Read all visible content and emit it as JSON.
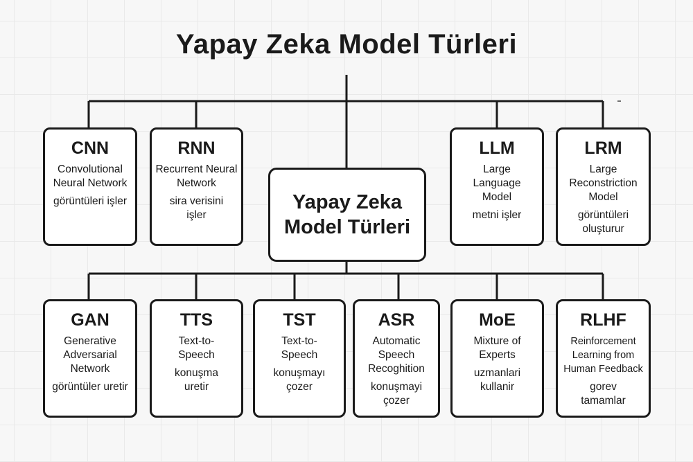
{
  "title": "Yapay Zeka Model Türleri",
  "center_node": {
    "line1": "Yapay Zeka",
    "line2": "Model Türleri"
  },
  "top_nodes": [
    {
      "abbr": "CNN",
      "full": "Convolutional Neural Network",
      "desc": "görüntüleri işler"
    },
    {
      "abbr": "RNN",
      "full": "Recurrent Neural Network",
      "desc": "sira verisini işler"
    },
    {
      "abbr": "LLM",
      "full": "Large Language Model",
      "desc": "metni işler"
    },
    {
      "abbr": "LRM",
      "full": "Large Reconstriction Model",
      "desc": "görüntüleri oluşturur"
    }
  ],
  "bottom_nodes": [
    {
      "abbr": "GAN",
      "full": "Generative Adversarial Network",
      "desc": "görüntüler uretir"
    },
    {
      "abbr": "TTS",
      "full": "Text-to-Speech",
      "desc": "konuşma uretir"
    },
    {
      "abbr": "TST",
      "full": "Text-to-Speech",
      "desc": "konuşmayı çozer"
    },
    {
      "abbr": "ASR",
      "full": "Automatic Speech Recoghition",
      "desc": "konuşmayi çozer"
    },
    {
      "abbr": "MoE",
      "full": "Mixture of Experts",
      "desc": "uzmanlari kullanir"
    },
    {
      "abbr": "RLHF",
      "full": "Reinforcement Learning from Human Feedback",
      "desc": "gorev tamamlar"
    }
  ]
}
